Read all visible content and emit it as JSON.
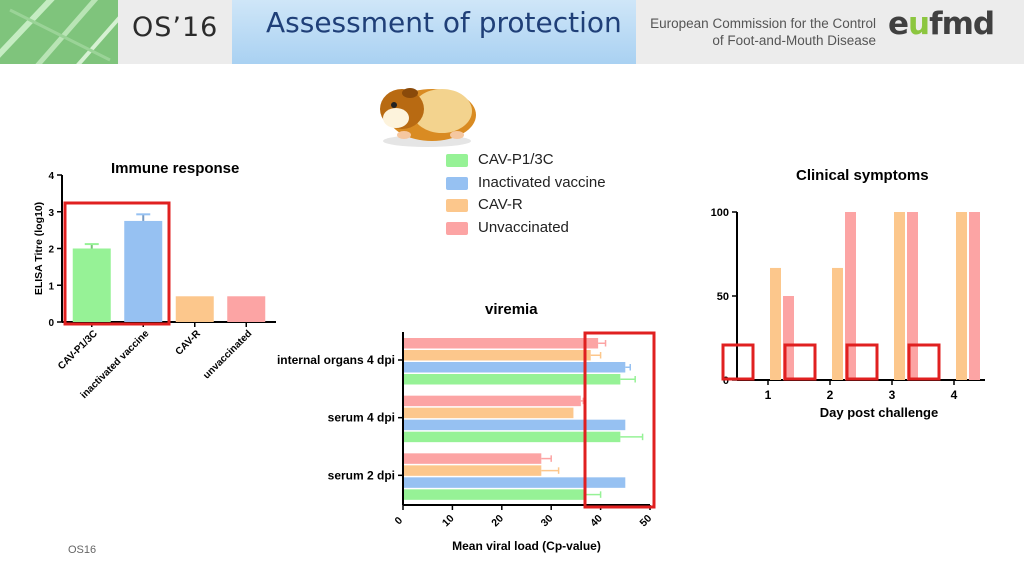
{
  "header": {
    "logo_text": "OS’16",
    "title": "Assessment of protection",
    "org_line1": "European Commission for the Control",
    "org_line2": "of Foot-and-Mouth Disease",
    "org_logo": "eufmd",
    "org_logo_dot": "u"
  },
  "footer": {
    "text": "OS16"
  },
  "colors": {
    "green": "#96f296",
    "blue": "#96c1f2",
    "orange": "#fcc78c",
    "pink": "#fca4a4",
    "highlight": "#e02020"
  },
  "legend": [
    {
      "label": "CAV-P1/3C",
      "color": "#96f296"
    },
    {
      "label": "Inactivated vaccine",
      "color": "#96c1f2"
    },
    {
      "label": "CAV-R",
      "color": "#fcc78c"
    },
    {
      "label": "Unvaccinated",
      "color": "#fca4a4"
    }
  ],
  "chart_data": [
    {
      "id": "immune",
      "type": "bar",
      "title": "Immune response",
      "ylabel": "ELISA Titre (log10)",
      "ylim": [
        0,
        4
      ],
      "yticks": [
        0,
        1,
        2,
        3,
        4
      ],
      "categories": [
        "CAV-P1/3C",
        "inactivated vaccine",
        "CAV-R",
        "unvaccinated"
      ],
      "values": [
        2.0,
        2.75,
        0.7,
        0.7
      ],
      "errors": [
        0.12,
        0.18,
        0,
        0
      ],
      "colors": [
        "#96f296",
        "#96c1f2",
        "#fcc78c",
        "#fca4a4"
      ]
    },
    {
      "id": "viremia",
      "type": "bar",
      "orientation": "horizontal",
      "title": "viremia",
      "xlabel": "Mean viral load (Cp-value)",
      "xlim": [
        0,
        50
      ],
      "xticks": [
        0,
        10,
        20,
        30,
        40,
        50
      ],
      "categories": [
        "internal organs 4 dpi",
        "serum 4 dpi",
        "serum 2 dpi"
      ],
      "series": [
        {
          "name": "Unvaccinated",
          "values": [
            39.5,
            36.0,
            28.0
          ],
          "errors": [
            1.5,
            0.5,
            2.0
          ],
          "color": "#fca4a4"
        },
        {
          "name": "CAV-R",
          "values": [
            38.0,
            34.5,
            28.0
          ],
          "errors": [
            2.0,
            0,
            3.5
          ],
          "color": "#fcc78c"
        },
        {
          "name": "Inactivated vaccine",
          "values": [
            45.0,
            45.0,
            45.0
          ],
          "errors": [
            1.0,
            0,
            0
          ],
          "color": "#96c1f2"
        },
        {
          "name": "CAV-P1/3C",
          "values": [
            44.0,
            44.0,
            37.0
          ],
          "errors": [
            3.0,
            4.5,
            3.0
          ],
          "color": "#96f296"
        }
      ]
    },
    {
      "id": "clinical",
      "type": "bar",
      "title": "Clinical symptoms",
      "xlabel": "Day post challenge",
      "ylim": [
        0,
        100
      ],
      "yticks": [
        0,
        50,
        100
      ],
      "categories": [
        "1",
        "2",
        "3",
        "4"
      ],
      "series": [
        {
          "name": "CAV-P1/3C",
          "values": [
            0,
            0,
            0,
            0
          ],
          "color": "#96f296"
        },
        {
          "name": "Inactivated vaccine",
          "values": [
            0,
            0,
            0,
            0
          ],
          "color": "#96c1f2"
        },
        {
          "name": "CAV-R",
          "values": [
            66.7,
            66.7,
            100,
            100
          ],
          "color": "#fcc78c"
        },
        {
          "name": "Unvaccinated",
          "values": [
            50,
            100,
            100,
            100
          ],
          "color": "#fca4a4"
        }
      ]
    }
  ]
}
